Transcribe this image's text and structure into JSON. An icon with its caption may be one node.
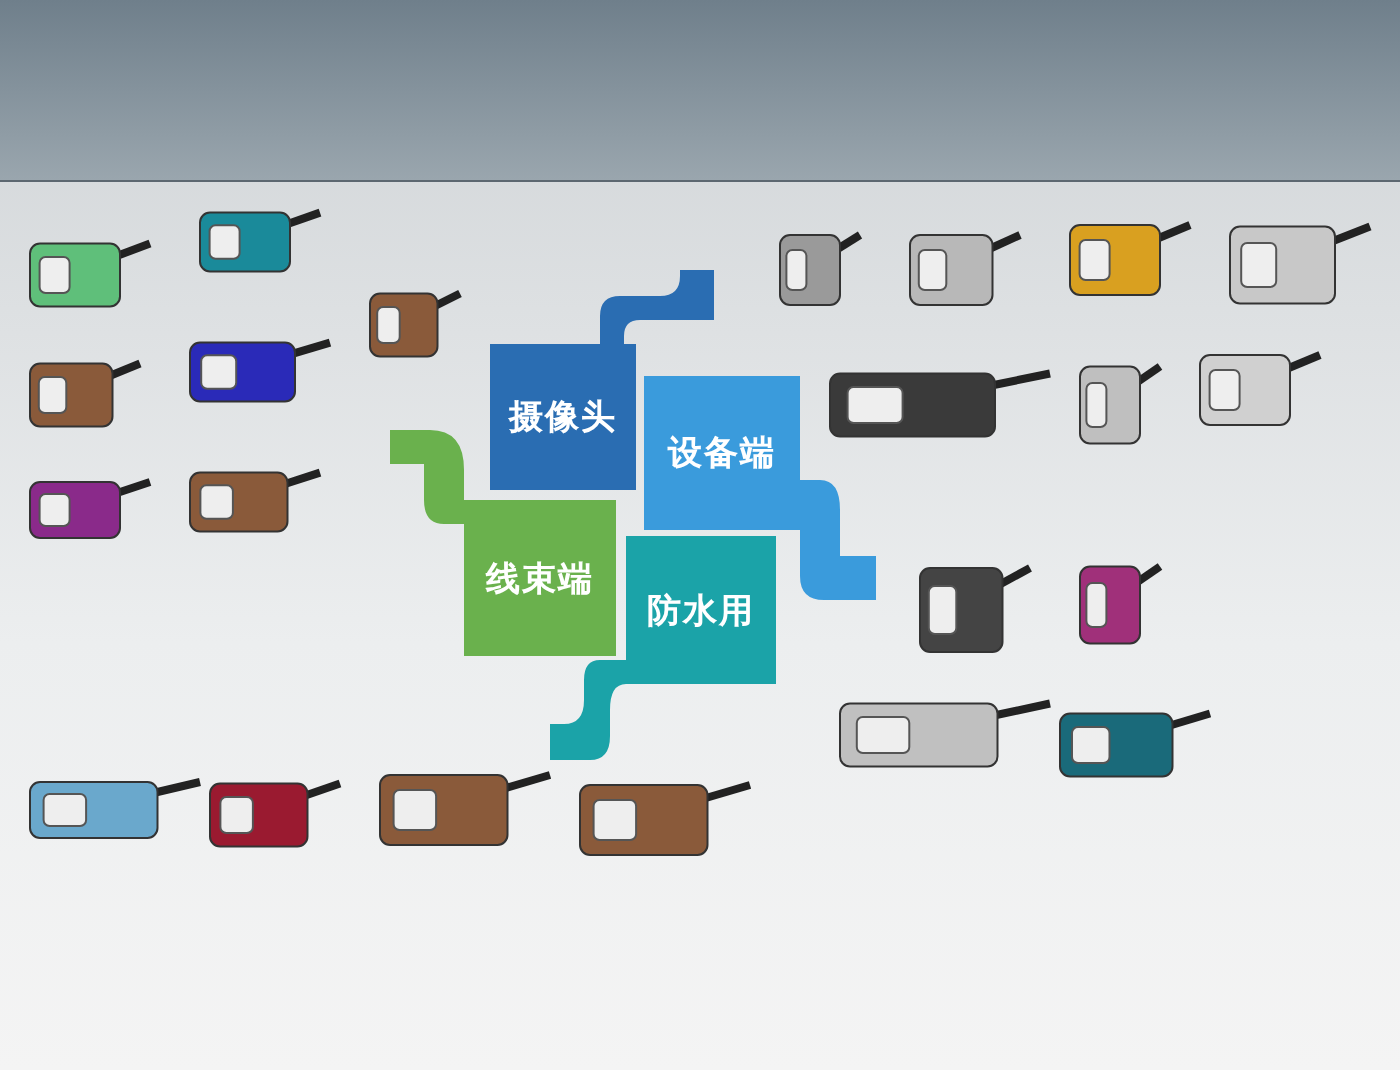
{
  "diagram": {
    "nodes": [
      {
        "text": [
          "摄像头"
        ]
      },
      {
        "text": [
          "设备端"
        ]
      },
      {
        "text": [
          "线束端"
        ]
      },
      {
        "text": [
          "防水用"
        ]
      }
    ]
  }
}
